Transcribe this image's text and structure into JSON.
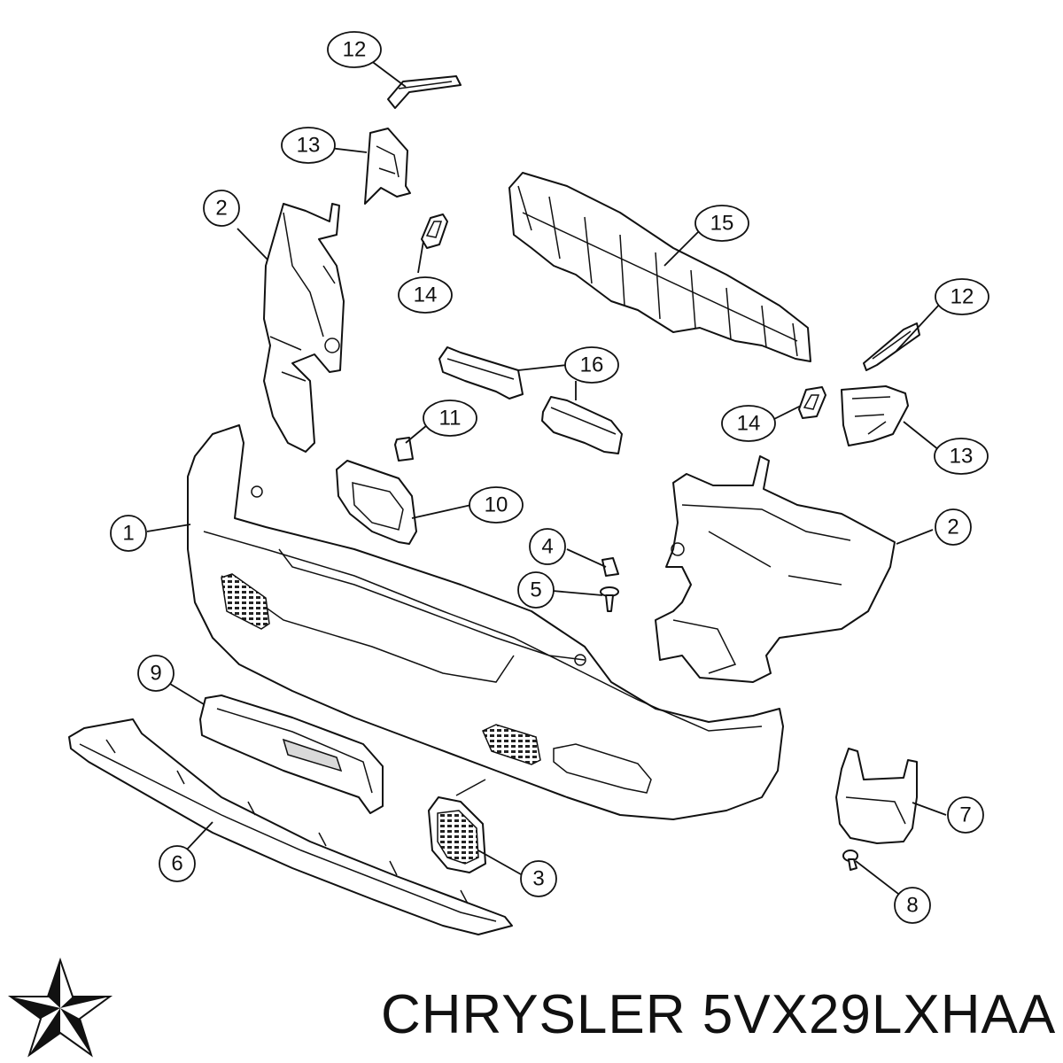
{
  "footer": {
    "brand": "CHRYSLER",
    "part_number": "5VX29LXHAA",
    "logo_icon": "chrysler-pentastar-icon"
  },
  "callouts": [
    {
      "id": "c12a",
      "label": "12"
    },
    {
      "id": "c13a",
      "label": "13"
    },
    {
      "id": "c2a",
      "label": "2"
    },
    {
      "id": "c14a",
      "label": "14"
    },
    {
      "id": "c15",
      "label": "15"
    },
    {
      "id": "c12b",
      "label": "12"
    },
    {
      "id": "c16",
      "label": "16"
    },
    {
      "id": "c11",
      "label": "11"
    },
    {
      "id": "c14b",
      "label": "14"
    },
    {
      "id": "c13b",
      "label": "13"
    },
    {
      "id": "c1",
      "label": "1"
    },
    {
      "id": "c10",
      "label": "10"
    },
    {
      "id": "c2b",
      "label": "2"
    },
    {
      "id": "c4",
      "label": "4"
    },
    {
      "id": "c5",
      "label": "5"
    },
    {
      "id": "c9",
      "label": "9"
    },
    {
      "id": "c7",
      "label": "7"
    },
    {
      "id": "c6",
      "label": "6"
    },
    {
      "id": "c3",
      "label": "3"
    },
    {
      "id": "c8",
      "label": "8"
    }
  ],
  "colors": {
    "line": "#111111",
    "background": "#ffffff",
    "mesh": "#222222"
  }
}
